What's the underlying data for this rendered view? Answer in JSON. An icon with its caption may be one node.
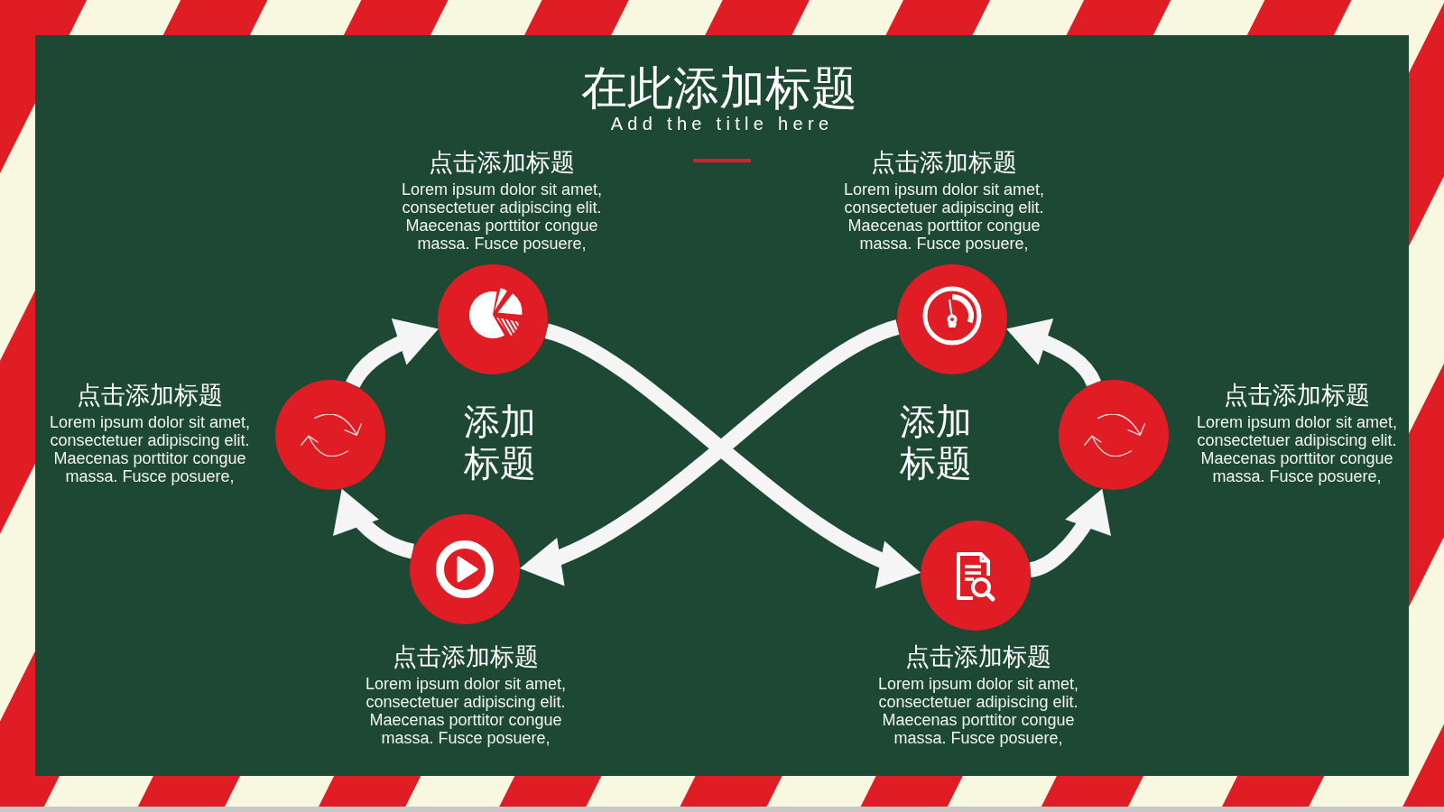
{
  "diagram": {
    "title": "在此添加标题",
    "nodes": [
      {
        "text": [],
        "shape": "circle",
        "beside": [
          "点击添加标题",
          "Lorem ipsum dolor sit amet, consectetuer adipiscing elit. Maecenas porttitor congue massa. Fusce posuere,"
        ]
      },
      {
        "text": [],
        "shape": "circle",
        "beside": [
          "点击添加标题",
          "Lorem ipsum dolor sit amet, consectetuer adipiscing elit. Maecenas porttitor congue massa. Fusce posuere,"
        ]
      },
      {
        "text": [],
        "shape": "circle",
        "beside": [
          "点击添加标题",
          "Lorem ipsum dolor sit amet, consectetuer adipiscing elit. Maecenas porttitor congue massa. Fusce posuere,"
        ]
      },
      {
        "text": [],
        "shape": "circle",
        "beside": [
          "点击添加标题",
          "Lorem ipsum dolor sit amet, consectetuer adipiscing elit. Maecenas porttitor congue massa. Fusce posuere,"
        ]
      },
      {
        "text": [],
        "shape": "circle",
        "beside": [
          "点击添加标题",
          "Lorem ipsum dolor sit amet, consectetuer adipiscing elit. Maecenas porttitor congue massa. Fusce posuere,"
        ]
      },
      {
        "text": [],
        "shape": "circle",
        "beside": [
          "点击添加标题",
          "Lorem ipsum dolor sit amet, consectetuer adipiscing elit. Maecenas porttitor congue massa. Fusce posuere,"
        ]
      }
    ],
    "edges": [
      {
        "from": 0,
        "to": 5,
        "arrow": "to"
      },
      {
        "from": 5,
        "to": 3,
        "arrow": "to"
      },
      {
        "from": 3,
        "to": 1,
        "arrow": "to"
      },
      {
        "from": 1,
        "to": 4,
        "arrow": "to"
      },
      {
        "from": 4,
        "to": 2,
        "arrow": "to"
      },
      {
        "from": 2,
        "to": 0,
        "arrow": "to"
      }
    ],
    "labels": [
      "Add the title here",
      "添加标题",
      "添加标题"
    ]
  }
}
